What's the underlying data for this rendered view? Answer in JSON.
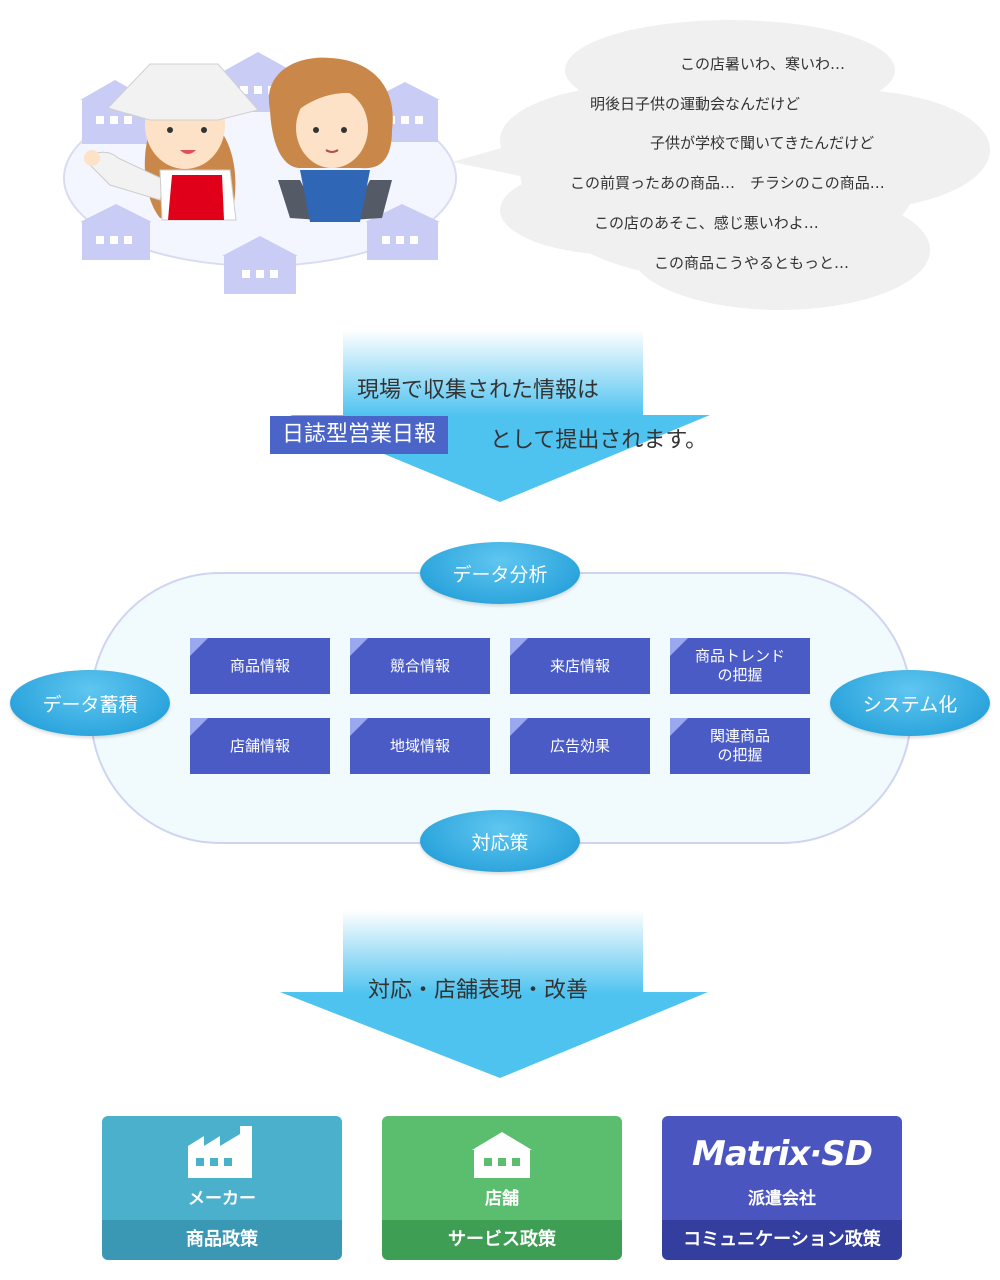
{
  "speech": {
    "lines": [
      "この店暑いわ、寒いわ…",
      "明後日子供の運動会なんだけど",
      "子供が学校で聞いてきたんだけど",
      "この前買ったあの商品…　チラシのこの商品…",
      "この店のあそこ、感じ悪いわよ…",
      "この商品こうやるともっと…"
    ]
  },
  "arrow1": {
    "line1": "現場で収集された情報は",
    "tag": "日誌型営業日報",
    "line2_suffix": "として提出されます。"
  },
  "cycle": {
    "top": "データ分析",
    "left": "データ蓄積",
    "right": "システム化",
    "bottom": "対応策",
    "cards": [
      "商品情報",
      "競合情報",
      "来店情報",
      "商品トレンド\nの把握",
      "店舗情報",
      "地域情報",
      "広告効果",
      "関連商品\nの把握"
    ]
  },
  "arrow2": {
    "text": "対応・店舗表現・改善"
  },
  "boxes": [
    {
      "label": "メーカー",
      "footer": "商品政策",
      "icon": "factory-icon",
      "top_color": "#4ab0cc",
      "bottom_color": "#3a98b4"
    },
    {
      "label": "店舗",
      "footer": "サービス政策",
      "icon": "store-icon",
      "top_color": "#5bbd6e",
      "bottom_color": "#3e9e53"
    },
    {
      "label": "派遣会社",
      "footer": "コミュニケーション政策",
      "icon": "matrix-sd-logo",
      "logo_text": "Matrix·SD",
      "top_color": "#4a55c0",
      "bottom_color": "#343e9e"
    }
  ]
}
